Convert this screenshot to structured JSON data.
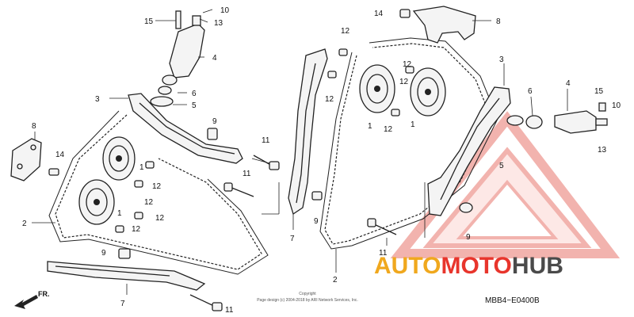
{
  "diagram": {
    "callouts": {
      "c_10_top": "10",
      "c_15_top": "15",
      "c_13_top": "13",
      "c_4_left": "4",
      "c_6_left": "6",
      "c_5_left": "5",
      "c_3_left": "3",
      "c_8_left": "8",
      "c_14_left": "14",
      "c_9_left": "9",
      "c_1_left_a": "1",
      "c_12_left_a": "12",
      "c_12_left_b": "12",
      "c_1_left_b": "1",
      "c_12_left_c": "12",
      "c_12_left_d": "12",
      "c_2_left": "2",
      "c_9_bottom": "9",
      "c_7_bottom": "7",
      "c_11_bottom": "11",
      "c_11_mid_a": "11",
      "c_11_mid_b": "11",
      "c_7_mid": "7",
      "c_9_mid": "9",
      "c_14_top_r": "14",
      "c_8_top_r": "8",
      "c_12_top_r": "12",
      "c_12_mid_r": "12",
      "c_12_mid_r2": "12",
      "c_12_mid_r3": "12",
      "c_1_mid_r": "1",
      "c_1_mid_r2": "1",
      "c_12_mid_r4": "12",
      "c_2_mid": "2",
      "c_3_right": "3",
      "c_6_right": "6",
      "c_4_right": "4",
      "c_15_right": "15",
      "c_10_right": "10",
      "c_13_right": "13",
      "c_5_right": "5",
      "c_9_right": "9",
      "c_11_right": "11"
    },
    "front_indicator": "FR.",
    "copyright_line1": "Copyright",
    "copyright_line2": "Page design (c) 2004-2018 by ARI Network Services, Inc.",
    "diagram_code": "MBB4−E0400B"
  },
  "watermark": {
    "part1": "AUTO",
    "part2": "MOTO",
    "part3": "HUB",
    "colors": {
      "auto": "#f0a81e",
      "moto": "#e8352c",
      "hub": "#4a4a4a"
    }
  }
}
